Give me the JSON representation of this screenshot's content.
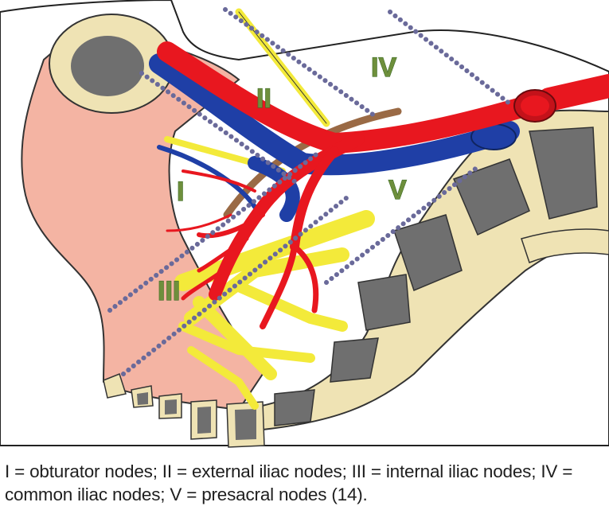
{
  "figure": {
    "zone_labels": {
      "obturator": "I",
      "external_iliac": "II",
      "internal_iliac": "III",
      "common_iliac": "IV",
      "presacral": "V"
    },
    "colors": {
      "bone": "#efe3b4",
      "bone_core": "#6f6f6f",
      "soft_tissue": "#f4b4a3",
      "artery": "#e8171f",
      "vein": "#1f3fa6",
      "nerve": "#f3ea3a",
      "ureter": "#9a6a45",
      "node_line": "#6a6a9a",
      "label_green": "#6e8f3c"
    }
  },
  "caption": {
    "line1": "I = obturator nodes; II = external iliac nodes; III = internal iliac nodes; IV =",
    "line2": "common iliac nodes; V = presacral nodes (14)."
  }
}
